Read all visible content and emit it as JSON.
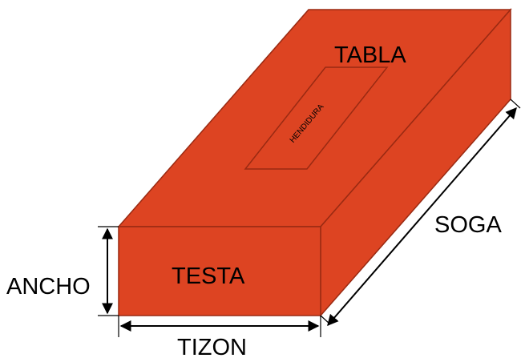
{
  "labels": {
    "tabla": "TABLA",
    "hendidura": "HENDIDURA",
    "testa": "TESTA",
    "soga": "SOGA",
    "ancho": "ANCHO",
    "tizon": "TIZON"
  },
  "colors": {
    "brick_top": "#dd4422",
    "brick_front": "#dd4422",
    "brick_side": "#dd4422",
    "edge": "#9a2a12",
    "dimension_line": "#000000"
  }
}
